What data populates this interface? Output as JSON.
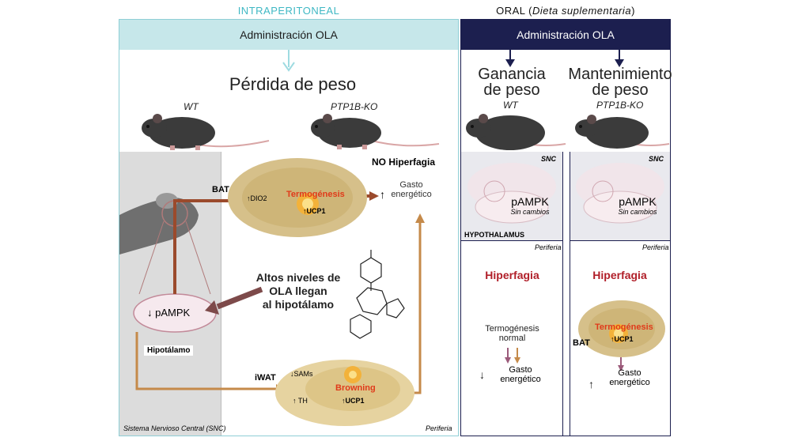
{
  "ip": {
    "title": "INTRAPERITONEAL",
    "admin_label": "Administración OLA",
    "weight_result": "Pérdida de peso",
    "mouse_wt": "WT",
    "mouse_ko": "PTP1B-KO",
    "no_hyperphagia": "NO Hiperfagia",
    "bat_label": "BAT",
    "dio2": "DIO2",
    "thermogenesis": "Termogénesis",
    "ucp1": "UCP1",
    "gasto_line1": "Gasto",
    "gasto_line2": "energético",
    "high_levels_l1": "Altos niveles de",
    "high_levels_l2": "OLA llegan",
    "high_levels_l3": "al hipotálamo",
    "pampk": "pAMPK",
    "hypothalamus": "Hipotálamo",
    "iwat_label": "iWAT",
    "sams": "SAMs",
    "th": "TH",
    "browning": "Browning",
    "snc_label": "Sistema Nervioso Central (SNC)",
    "periphery": "Periferia"
  },
  "oral": {
    "title_main": "ORAL (",
    "title_italic": "Dieta suplementaria",
    "title_end": ")",
    "admin_label": "Administración OLA",
    "left": {
      "result_l1": "Ganancia",
      "result_l2": "de peso",
      "mouse": "WT",
      "snc": "SNC",
      "pampk": "pAMPK",
      "no_change": "Sin cambios",
      "hypothalamus": "HYPOTHALAMUS",
      "periphery": "Periferia",
      "hyperphagia": "Hiperfagia",
      "thermo_l1": "Termogénesis",
      "thermo_l2": "normal",
      "gasto_l1": "Gasto",
      "gasto_l2": "energético"
    },
    "right": {
      "result_l1": "Mantenimiento",
      "result_l2": "de peso",
      "mouse": "PTP1B-KO",
      "snc": "SNC",
      "pampk": "pAMPK",
      "no_change": "Sin cambios",
      "periphery": "Periferia",
      "hyperphagia": "Hiperfagia",
      "bat_label": "BAT",
      "thermogenesis": "Termogénesis",
      "ucp1": "UCP1",
      "gasto_l1": "Gasto",
      "gasto_l2": "energético"
    }
  },
  "colors": {
    "ip_accent": "#3fb8c4",
    "ip_header_bg": "#c6e7ea",
    "oral_header_bg": "#1c1f4f",
    "arrow_brown": "#9b4a2c",
    "arrow_tan": "#c58a4a",
    "hyperphagia_red": "#b01e28",
    "hypothalamus_bg": "#dcdcdc"
  }
}
